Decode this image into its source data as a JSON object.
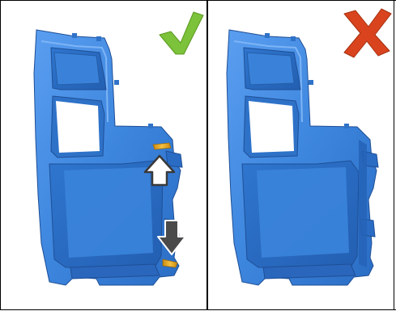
{
  "figure": {
    "panels": [
      {
        "id": "correct",
        "status": "correct",
        "status_icon": "check-mark-icon",
        "status_color": "#7cc23a"
      },
      {
        "id": "incorrect",
        "status": "incorrect",
        "status_icon": "x-mark-icon",
        "status_color": "#d9441f"
      }
    ],
    "part_color": "#3d86de",
    "highlight_color": "#f0b020",
    "arrows": [
      {
        "icon": "arrow-up-icon",
        "direction": "up",
        "style": "white-fill"
      },
      {
        "icon": "arrow-down-icon",
        "direction": "down",
        "style": "dark-fill"
      }
    ]
  }
}
